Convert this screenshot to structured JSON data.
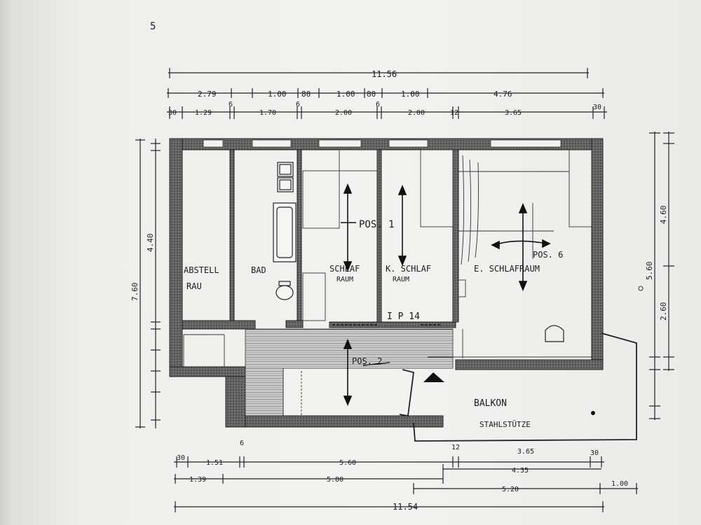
{
  "page": {
    "number": "5"
  },
  "rooms": {
    "abstellraum_line1": "ABSTELL",
    "abstellraum_line2": "RAU",
    "bad": "BAD",
    "schlafraum_line1": "SCHLAF",
    "schlafraum_line2": "RAUM",
    "k_schlafraum_line1": "K. SCHLAF",
    "k_schlafraum_line2": "RAUM",
    "e_schlafraum": "E. SCHLAFRAUM",
    "balkon": "BALKON",
    "stahlstuetze": "STAHLSTÜTZE"
  },
  "positions": {
    "pos1": "POS. 1",
    "pos2": "POS. 2",
    "pos6": "POS. 6",
    "ip14": "I P 14"
  },
  "dimensions": {
    "top": {
      "overall": "11.56",
      "row2": [
        "2.79",
        "1.00",
        "80",
        "1.00",
        "80",
        "1.00",
        "4.76"
      ],
      "row3": [
        "30",
        "1.29",
        "6",
        "1.70",
        "6",
        "2.00",
        "6",
        "2.00",
        "12",
        "3.65",
        "30"
      ]
    },
    "left": {
      "overall": "7.60",
      "upper": "4.40"
    },
    "right": {
      "overall": "5.60",
      "upper": "4.60",
      "lower": "2.60"
    },
    "bottom": {
      "row1": [
        "30",
        "1.51",
        "6",
        "5.60",
        "12",
        "3.65",
        "30"
      ],
      "row2": [
        "4.35"
      ],
      "row3": [
        "1.39",
        "5.80"
      ],
      "row4": [
        "5.20",
        "1.00"
      ],
      "overall": "11.54"
    }
  }
}
